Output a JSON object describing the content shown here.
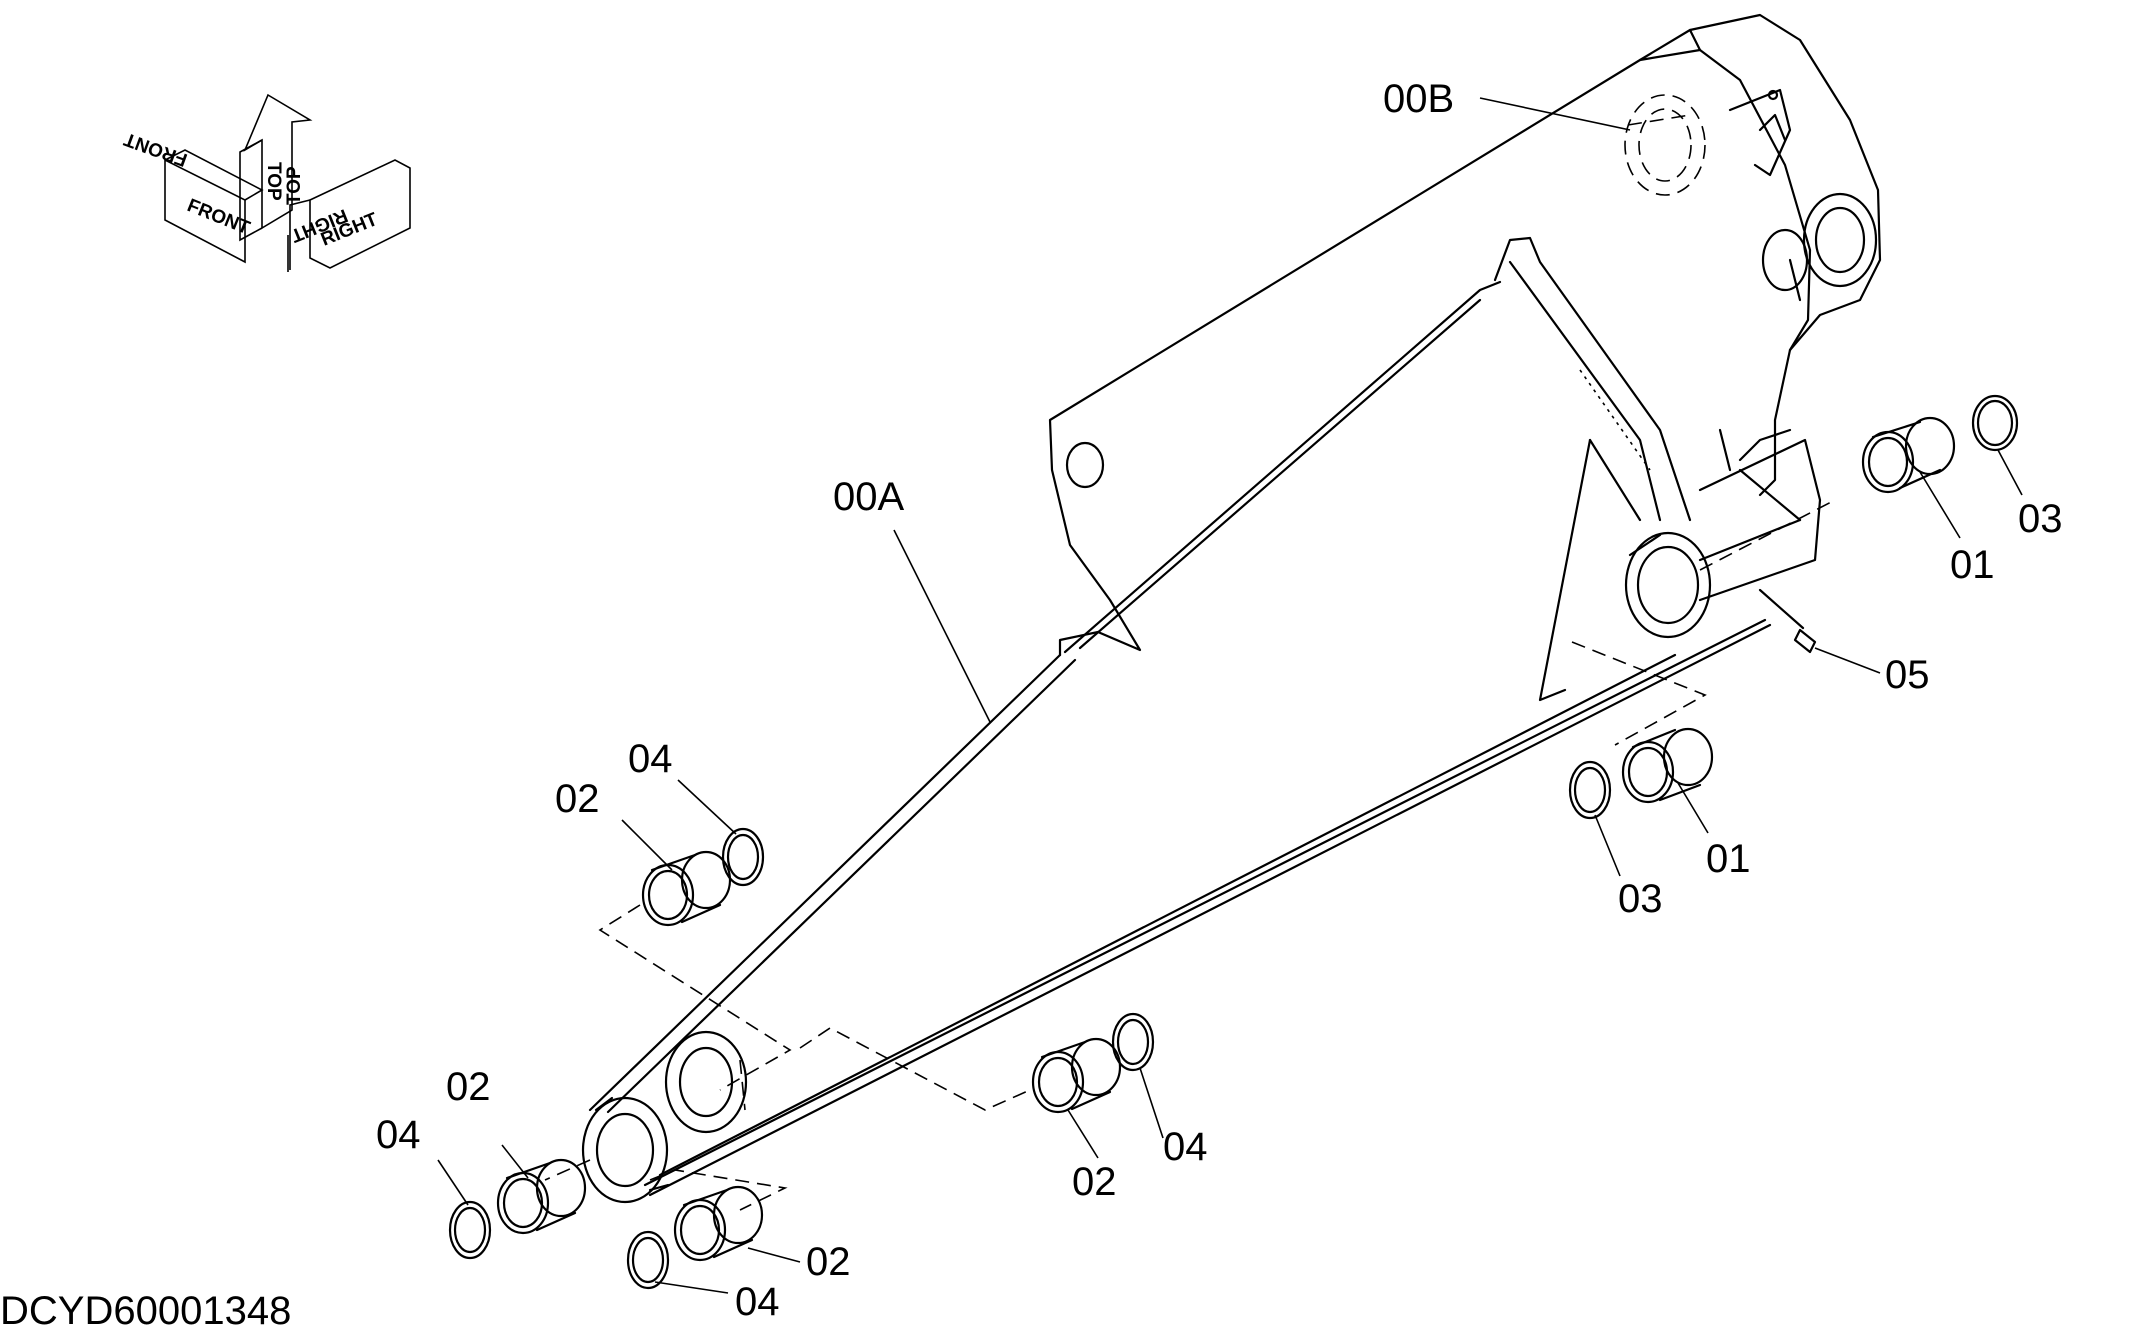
{
  "diagram": {
    "drawing_code": "DCYD60001348",
    "orientation_labels": {
      "front": "FRONT",
      "top": "TOP",
      "right": "RIGHT"
    },
    "callouts": [
      {
        "id": "c-00b",
        "text": "00B"
      },
      {
        "id": "c-00a",
        "text": "00A"
      },
      {
        "id": "c-03a",
        "text": "03"
      },
      {
        "id": "c-01a",
        "text": "01"
      },
      {
        "id": "c-05",
        "text": "05"
      },
      {
        "id": "c-04a",
        "text": "04"
      },
      {
        "id": "c-02a",
        "text": "02"
      },
      {
        "id": "c-03b",
        "text": "03"
      },
      {
        "id": "c-01b",
        "text": "01"
      },
      {
        "id": "c-04b",
        "text": "04"
      },
      {
        "id": "c-02b",
        "text": "02"
      },
      {
        "id": "c-04c",
        "text": "04"
      },
      {
        "id": "c-02c",
        "text": "02"
      },
      {
        "id": "c-02d",
        "text": "02"
      },
      {
        "id": "c-04d",
        "text": "04"
      }
    ]
  }
}
